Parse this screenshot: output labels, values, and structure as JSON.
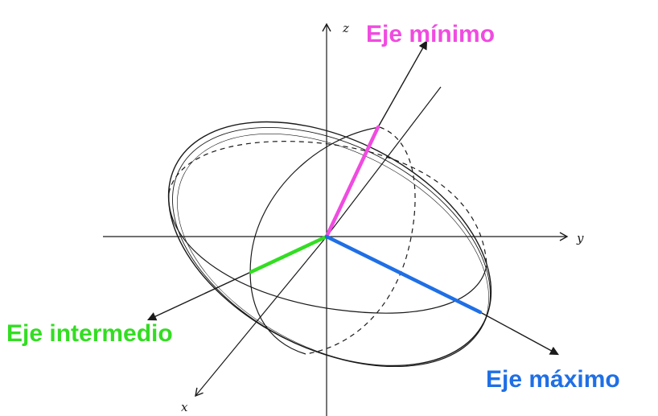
{
  "axes": {
    "x": {
      "letter": "x"
    },
    "y": {
      "letter": "y"
    },
    "z": {
      "letter": "z"
    }
  },
  "labels": {
    "minimo": {
      "text": "Eje mínimo",
      "color": "#f04be0"
    },
    "intermedio": {
      "text": "Eje intermedio",
      "color": "#33dd22"
    },
    "maximo": {
      "text": "Eje máximo",
      "color": "#1f6fe5"
    }
  },
  "colors": {
    "line": "#1a1a1a",
    "dash": "#2a2a2a"
  }
}
